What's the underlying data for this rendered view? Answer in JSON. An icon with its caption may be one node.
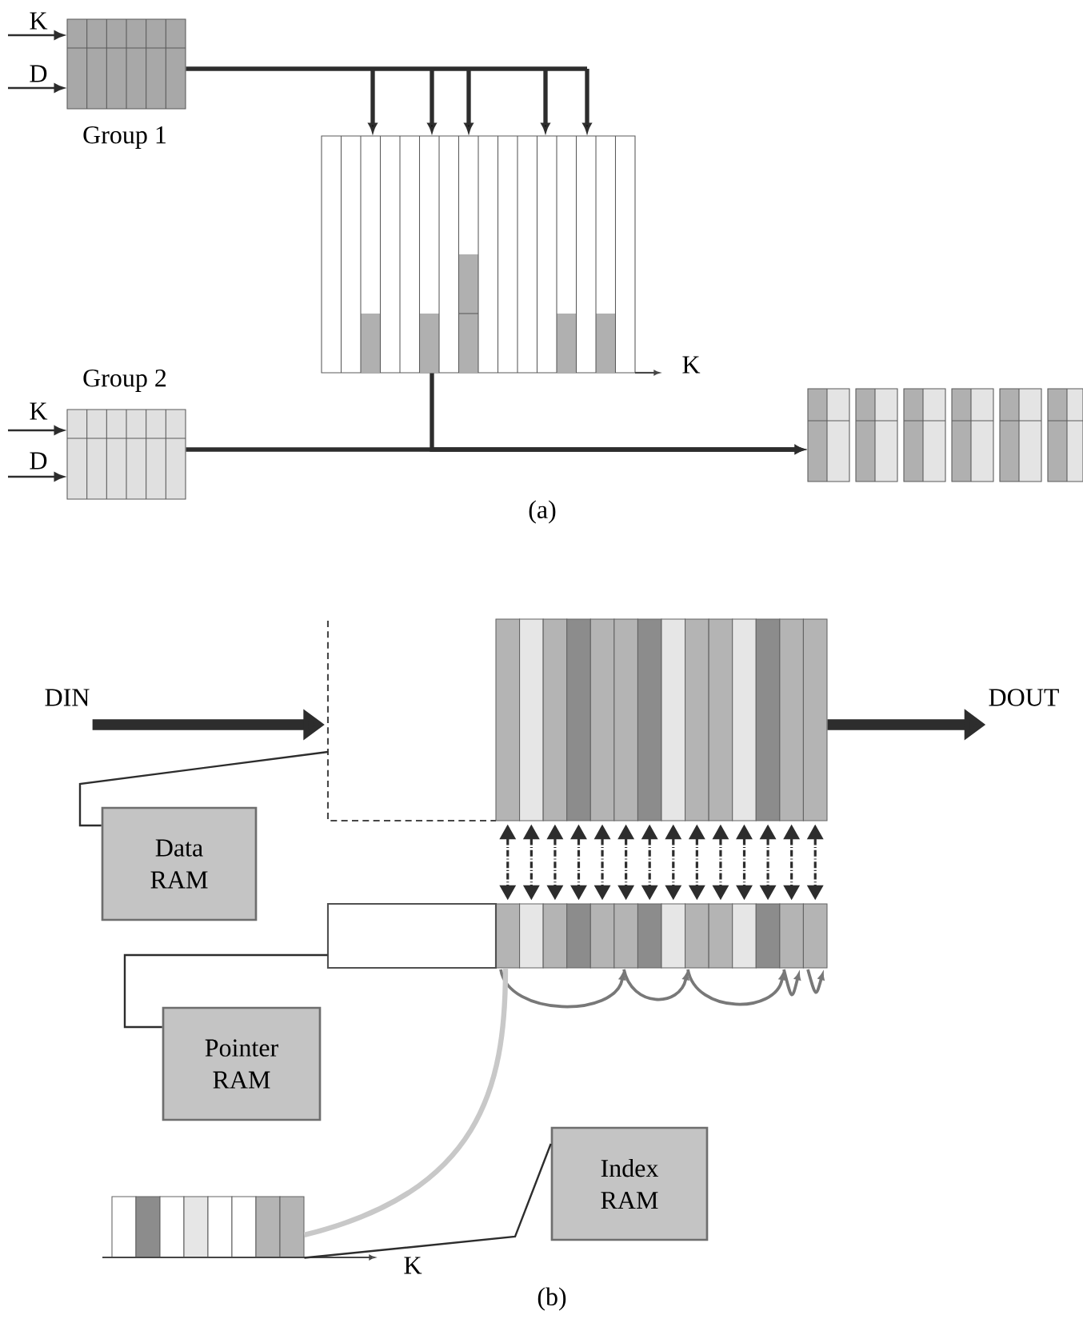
{
  "diagram": {
    "nodes": [
      {
        "text": [
          "Group 1"
        ]
      },
      {
        "text": [],
        "shape": "box"
      },
      {
        "text": [
          "Group 2"
        ]
      },
      {
        "text": [],
        "shape": "box"
      },
      {
        "text": [
          "DIN"
        ]
      },
      {
        "text": [],
        "shape": "box"
      },
      {
        "text": [
          "DOUT"
        ]
      },
      {
        "text": [
          "Data RAM"
        ]
      },
      {
        "text": [],
        "shape": "box"
      },
      {
        "text": [
          "Pointer RAM"
        ]
      },
      {
        "text": [
          "Index RAM"
        ]
      },
      {
        "text": [],
        "shape": "box"
      }
    ],
    "edges": [
      {
        "from": null,
        "to": 0,
        "arrow": "to",
        "label": "K"
      },
      {
        "from": null,
        "to": 0,
        "arrow": "to",
        "label": "D"
      },
      {
        "from": null,
        "to": 2,
        "arrow": "to",
        "label": "K"
      },
      {
        "from": null,
        "to": 2,
        "arrow": "to",
        "label": "D"
      },
      {
        "from": 0,
        "to": 1,
        "arrow": "to"
      },
      {
        "from": 1,
        "to": 3,
        "arrow": "to"
      },
      {
        "from": 2,
        "to": 3,
        "arrow": "to"
      },
      {
        "from": 4,
        "to": null,
        "arrow": "to",
        "style": "thick"
      },
      {
        "from": 5,
        "to": 6,
        "arrow": "to",
        "style": "thick"
      },
      {
        "from": 7,
        "to": null,
        "arrow": "none"
      },
      {
        "from": 9,
        "to": 8,
        "arrow": "none"
      },
      {
        "from": 10,
        "to": 11,
        "arrow": "none"
      },
      {
        "from": 11,
        "to": 8,
        "arrow": "none",
        "style": "thick",
        "color": "#c8c8c8"
      },
      {
        "from": 5,
        "to": 8,
        "arrow": "both",
        "style": "dashed"
      },
      {
        "from": 5,
        "to": 8,
        "arrow": "both",
        "style": "dashed"
      },
      {
        "from": 5,
        "to": 8,
        "arrow": "both",
        "style": "dashed"
      },
      {
        "from": 5,
        "to": 8,
        "arrow": "both",
        "style": "dashed"
      },
      {
        "from": 5,
        "to": 8,
        "arrow": "both",
        "style": "dashed"
      },
      {
        "from": 5,
        "to": 8,
        "arrow": "both",
        "style": "dashed"
      },
      {
        "from": 5,
        "to": 8,
        "arrow": "both",
        "style": "dashed"
      },
      {
        "from": 5,
        "to": 8,
        "arrow": "both",
        "style": "dashed"
      },
      {
        "from": 5,
        "to": 8,
        "arrow": "both",
        "style": "dashed"
      },
      {
        "from": 5,
        "to": 8,
        "arrow": "both",
        "style": "dashed"
      },
      {
        "from": 5,
        "to": 8,
        "arrow": "both",
        "style": "dashed"
      },
      {
        "from": 5,
        "to": 8,
        "arrow": "both",
        "style": "dashed"
      },
      {
        "from": 5,
        "to": 8,
        "arrow": "both",
        "style": "dashed"
      },
      {
        "from": 5,
        "to": 8,
        "arrow": "both",
        "style": "dashed"
      }
    ],
    "labels": [
      "K",
      "(a)",
      "K",
      "(b)"
    ]
  }
}
